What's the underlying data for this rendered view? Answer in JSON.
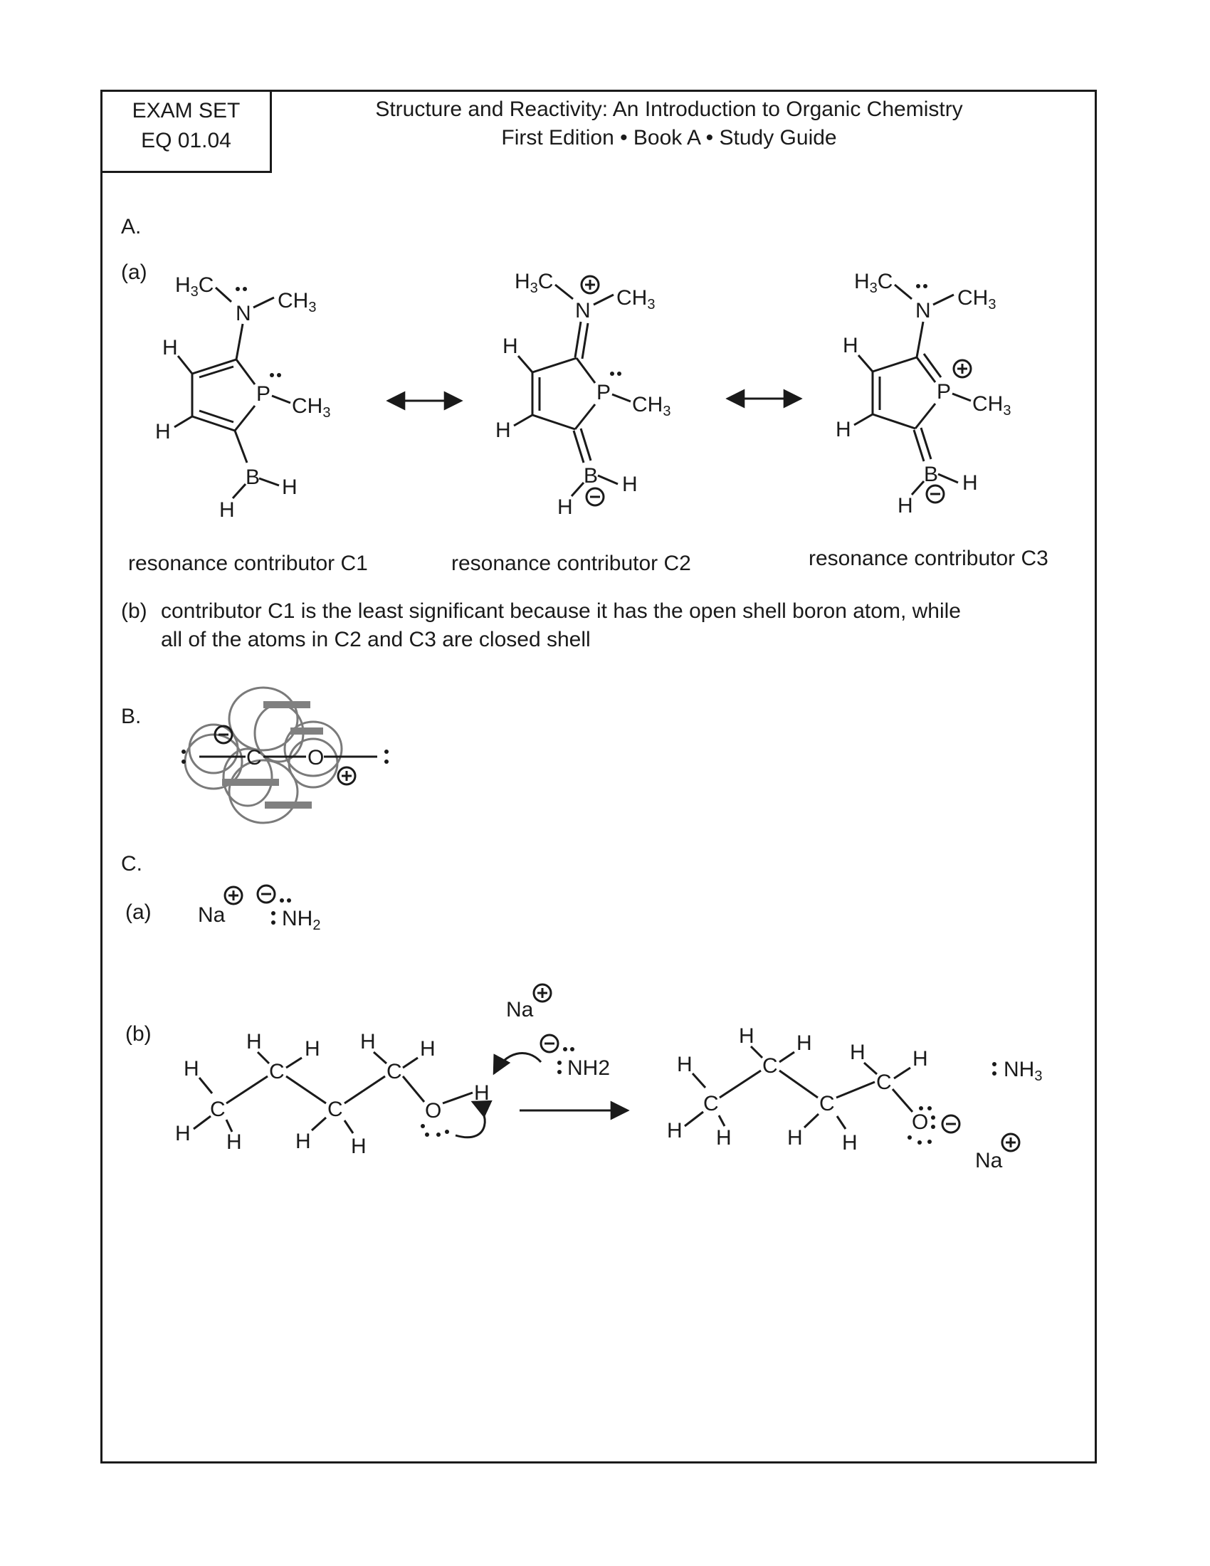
{
  "header": {
    "exam_label": "EXAM SET",
    "exam_code": "EQ 01.04",
    "title_line1": "Structure and Reactivity: An Introduction to Organic Chemistry",
    "title_line2": "First Edition • Book A • Study Guide"
  },
  "section_a": {
    "label": "A.",
    "part_a_label": "(a)",
    "contributors": [
      {
        "caption": "resonance contributor C1"
      },
      {
        "caption": "resonance contributor C2"
      },
      {
        "caption": "resonance contributor C3"
      }
    ],
    "part_b_label": "(b)",
    "part_b_line1": "contributor C1 is the least significant because it has the open shell boron atom, while",
    "part_b_line2": "all of the atoms in C2 and C3 are closed shell"
  },
  "section_b": {
    "label": "B."
  },
  "section_c": {
    "label": "C.",
    "part_a_label": "(a)",
    "part_b_label": "(b)"
  },
  "colors": {
    "ink": "#1a1a1a",
    "orbital": "#7a7a7a",
    "orbital_bar": "#808080"
  }
}
